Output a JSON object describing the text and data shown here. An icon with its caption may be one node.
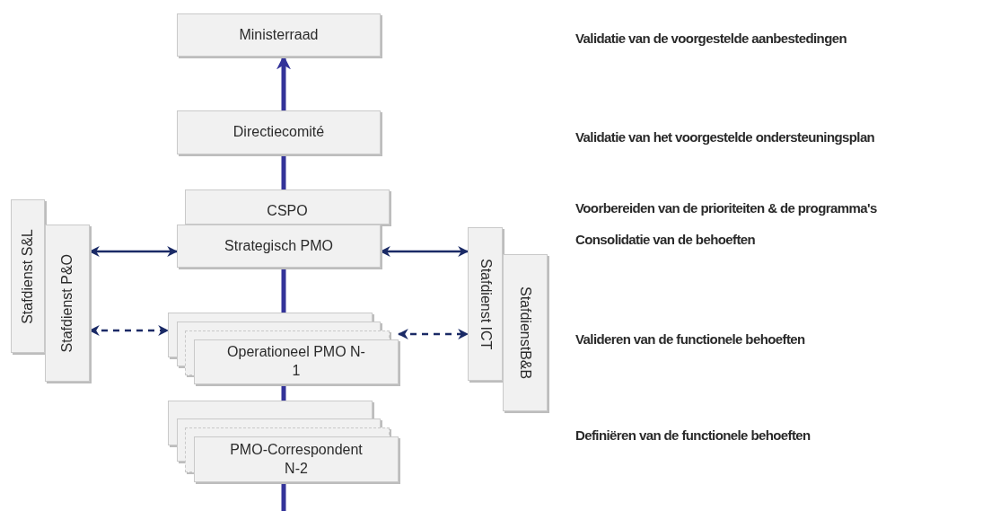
{
  "diagram": {
    "nodes": [
      {
        "text": [
          "Ministerraad"
        ]
      },
      {
        "text": [
          "Directiecomité"
        ]
      },
      {
        "text": [
          "CSPO"
        ]
      },
      {
        "text": [
          "Strategisch PMO"
        ]
      },
      {
        "text": [
          "Operationeel PMO N-1"
        ]
      },
      {
        "text": [
          "PMO-Correspondent N-2"
        ]
      },
      {
        "text": [
          "Stafdienst S&L"
        ]
      },
      {
        "text": [
          "Stafdienst P&O"
        ]
      },
      {
        "text": [
          "Stafdienst ICT"
        ]
      },
      {
        "text": [
          "StafdienstB&B"
        ]
      }
    ],
    "edges": [
      {
        "from": null,
        "to": 5,
        "arrow": "none"
      },
      {
        "from": 5,
        "to": 4,
        "arrow": "none"
      },
      {
        "from": 4,
        "to": 3,
        "arrow": "none"
      },
      {
        "from": 2,
        "to": 1,
        "arrow": "none"
      },
      {
        "from": 1,
        "to": 0,
        "arrow": "to"
      },
      {
        "from": 7,
        "to": 3,
        "arrow": "both",
        "color": "#1a2a66"
      },
      {
        "from": 7,
        "to": 4,
        "arrow": "both",
        "style": "dashed",
        "color": "#1a2a66"
      },
      {
        "from": 3,
        "to": 8,
        "arrow": "both",
        "color": "#1a2a66"
      },
      {
        "from": 4,
        "to": 8,
        "arrow": "both",
        "style": "dashed",
        "color": "#1a2a66"
      }
    ],
    "labels": [
      "Validatie van de voorgestelde aanbestedingen",
      "Validatie van het voorgestelde ondersteuningsplan",
      "Voorbereiden van de prioriteiten & de programma's",
      "Consolidatie van de behoeften",
      "Valideren van de functionele behoeften",
      "Definiëren van de functionele behoeften"
    ]
  }
}
